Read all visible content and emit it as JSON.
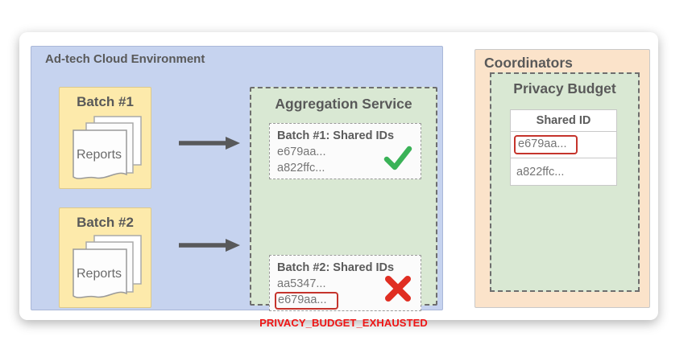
{
  "colors": {
    "env_blue": "#c6d3ef",
    "batch_yellow": "#fdeaab",
    "service_green": "#d9e8d3",
    "coordinator_orange": "#fbe3ca",
    "success_green": "#3ab257",
    "error_red": "#e02e22",
    "highlight_red": "#c5342c",
    "error_text_red": "#ee1414",
    "arrow_gray": "#58595b"
  },
  "adtech": {
    "title": "Ad-tech Cloud Environment",
    "batches": [
      {
        "title": "Batch #1",
        "doc_label": "Reports"
      },
      {
        "title": "Batch #2",
        "doc_label": "Reports"
      }
    ],
    "aggregation": {
      "title": "Aggregation Service",
      "results": [
        {
          "heading": "Batch #1: Shared IDs",
          "ids": [
            "e679aa...",
            "a822ffc..."
          ],
          "status": "success"
        },
        {
          "heading": "Batch #2: Shared IDs",
          "ids": [
            "aa5347...",
            "e679aa..."
          ],
          "status": "failure"
        }
      ],
      "error_label": "PRIVACY_BUDGET_EXHAUSTED"
    }
  },
  "coordinators": {
    "title": "Coordinators",
    "privacy_budget": {
      "title": "Privacy Budget",
      "table": {
        "header": "Shared ID",
        "rows": [
          "e679aa...",
          "a822ffc..."
        ]
      }
    }
  }
}
